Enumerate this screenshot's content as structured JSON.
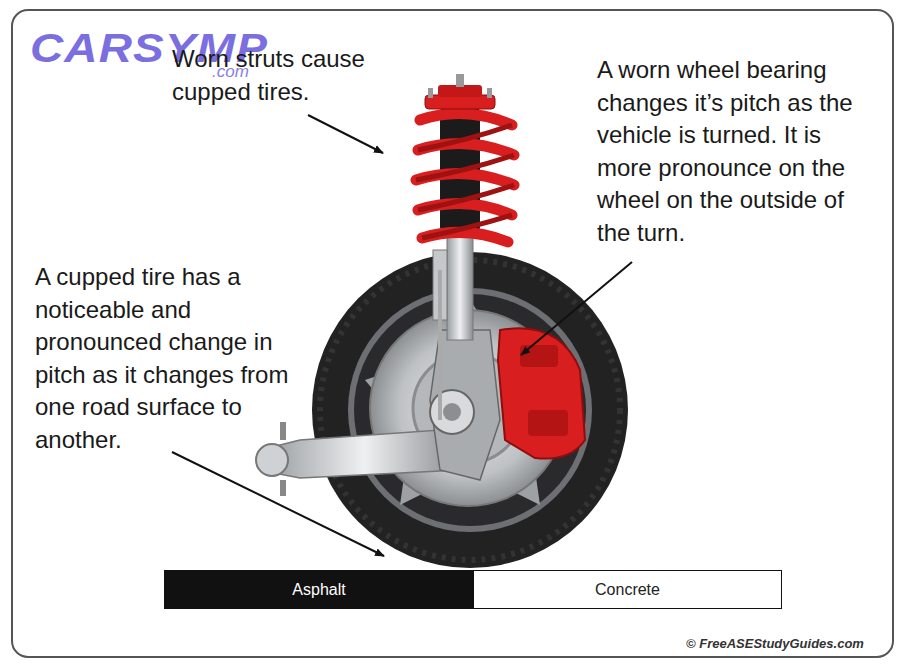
{
  "diagram": {
    "nodes": [
      {
        "text": [
          "Asphalt"
        ]
      },
      {
        "text": [
          "Concrete"
        ]
      }
    ],
    "labels": [
      "CARSYMP",
      ".com",
      "Worn struts cause cupped tires.",
      "A worn wheel bearing changes it’s pitch as the vehicle is turned. It is more pronounce on the wheel on the outside of the turn.",
      "A cupped tire has a noticeable and pronounced change in pitch as it changes from one road surface to another.",
      "© FreeASEStudyGuides.com"
    ]
  }
}
